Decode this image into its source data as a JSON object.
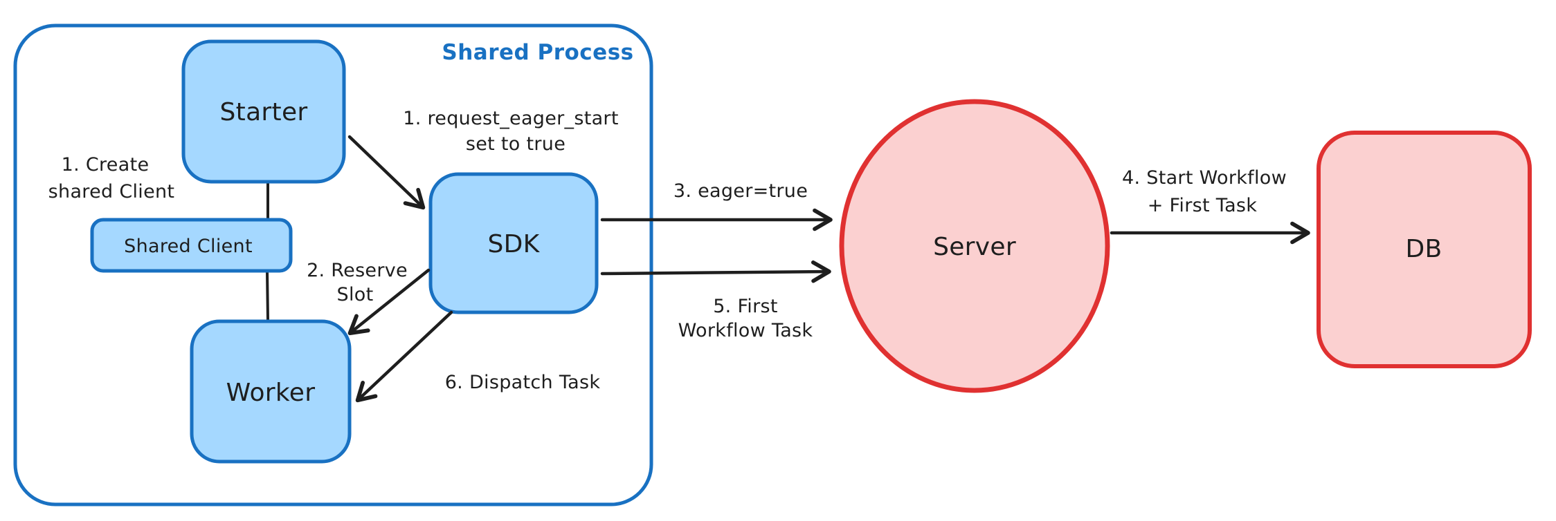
{
  "diagram": {
    "title": "Shared Process eager workflow start diagram",
    "container": {
      "label": "Shared Process"
    },
    "nodes": {
      "starter": {
        "label": "Starter"
      },
      "shared_client": {
        "label": "Shared Client"
      },
      "worker": {
        "label": "Worker"
      },
      "sdk": {
        "label": "SDK"
      },
      "server": {
        "label": "Server"
      },
      "db": {
        "label": "DB"
      }
    },
    "annotations": {
      "create_shared_client": {
        "line1": "1. Create",
        "line2": "shared Client"
      },
      "request_eager_start": {
        "line1": "1. request_eager_start",
        "line2": "set to true"
      },
      "reserve_slot": {
        "line1": "2. Reserve",
        "line2": "Slot"
      },
      "eager_true": {
        "label": "3. eager=true"
      },
      "start_workflow": {
        "line1": "4. Start Workflow",
        "line2": "+ First Task"
      },
      "first_workflow_task": {
        "line1": "5. First",
        "line2": "Workflow Task"
      },
      "dispatch_task": {
        "label": "6. Dispatch Task"
      }
    },
    "colors": {
      "blue_stroke": "#1971c2",
      "blue_fill": "#a5d8ff",
      "red_stroke": "#e03131",
      "red_fill": "#fbd0d0",
      "ink": "#1e1e1e",
      "background": "#ffffff"
    }
  }
}
